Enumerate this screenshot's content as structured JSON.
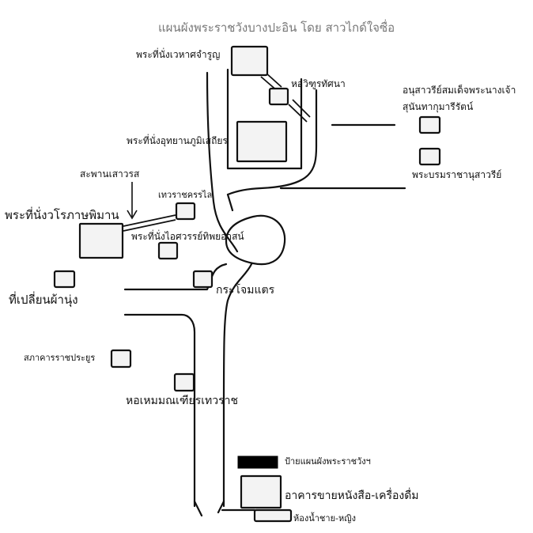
{
  "title": "แผนผังพระราชวังบางปะอิน  โดย  สาวไกด์ใจซื่อ",
  "labels": {
    "phra_thinang_waehat": "พระที่นั่งเวหาศจำรูญ",
    "ho_withun": "หอวิฑูรทัศนา",
    "anusawari_sunanta": "อนุสาวรีย์สมเด็จพระนางเจ้า\nสุนันทากุมารีรัตน์",
    "phra_thinang_uthayan": "พระที่นั่งอุทยานภูมิเสถียร",
    "phra_borom_ratcha": "พระบรมราชานุสาวรีย์",
    "saphan_saowarot": "สะพานเสาวรส",
    "thewarat_khanlai": "เทวราชครรไล",
    "phra_thinang_warophat": "พระที่นั่งวโรภาษพิมาน",
    "phra_thinang_aisawan": "พระที่นั่งไอศวรรย์ทิพยอาสน์",
    "thi_plian_phanung": "ที่เปลี่ยนผ้านุ่ง",
    "krachom_tae": "กระโจมแตร",
    "sapha_khan": "สภาคารราชประยูร",
    "ho_hem_monthian": "หอเหมมณเฑียรเทวราช",
    "pai_phaen_phang": "ป้ายแผนผังพระราชวังฯ",
    "akhan_khai": "อาคารขายหนังสือ-เครื่องดื่ม",
    "hong_nam": "ห้องน้ำชาย-หญิง"
  }
}
